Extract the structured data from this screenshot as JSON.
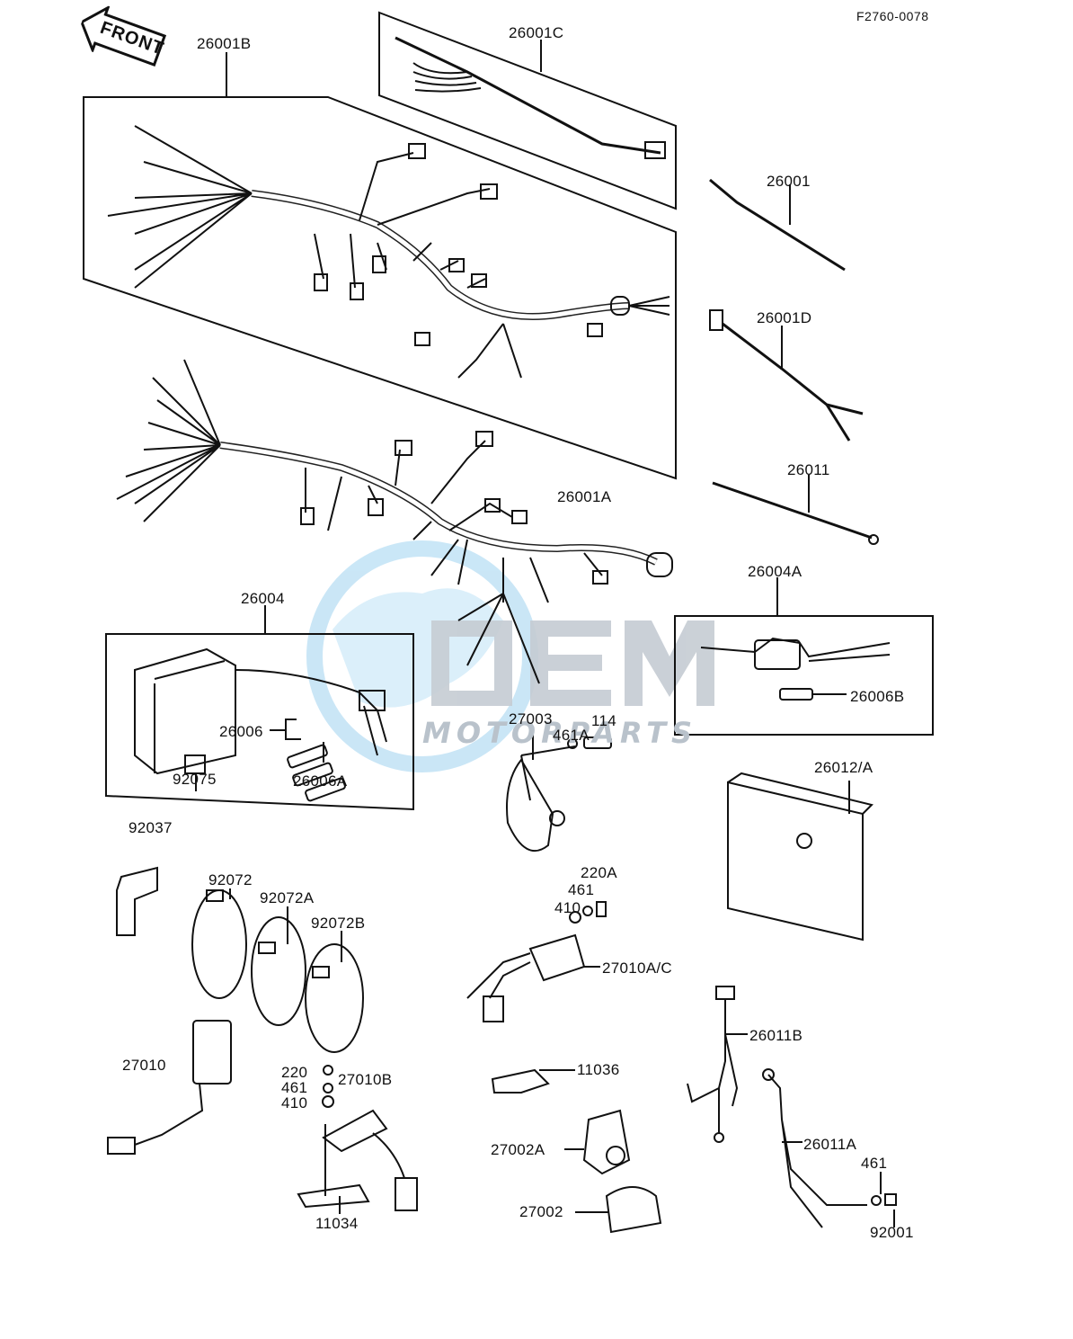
{
  "diagram": {
    "code": "F2760-0078",
    "front_label": "FRONT",
    "watermark": {
      "main": "OEM",
      "sub": "MOTORPARTS"
    }
  },
  "labels": {
    "p26001B": "26001B",
    "p26001C": "26001C",
    "p26001": "26001",
    "p26001D": "26001D",
    "p26011": "26011",
    "p26001A": "26001A",
    "p26004A": "26004A",
    "p26006B": "26006B",
    "p26004": "26004",
    "p26006": "26006",
    "p92075": "92075",
    "p26006A": "26006A",
    "p27003": "27003",
    "p461A": "461A",
    "p114": "114",
    "p26012A": "26012/A",
    "p92037": "92037",
    "p92072": "92072",
    "p92072A": "92072A",
    "p92072B": "92072B",
    "p220A": "220A",
    "p461a": "461",
    "p410a": "410",
    "p27010AC": "27010A/C",
    "p26011B": "26011B",
    "p27010": "27010",
    "p220": "220",
    "p461b": "461",
    "p410b": "410",
    "p27010B": "27010B",
    "p11036": "11036",
    "p27002A": "27002A",
    "p26011A": "26011A",
    "p461c": "461",
    "p27002": "27002",
    "p92001": "92001",
    "p11034": "11034"
  }
}
